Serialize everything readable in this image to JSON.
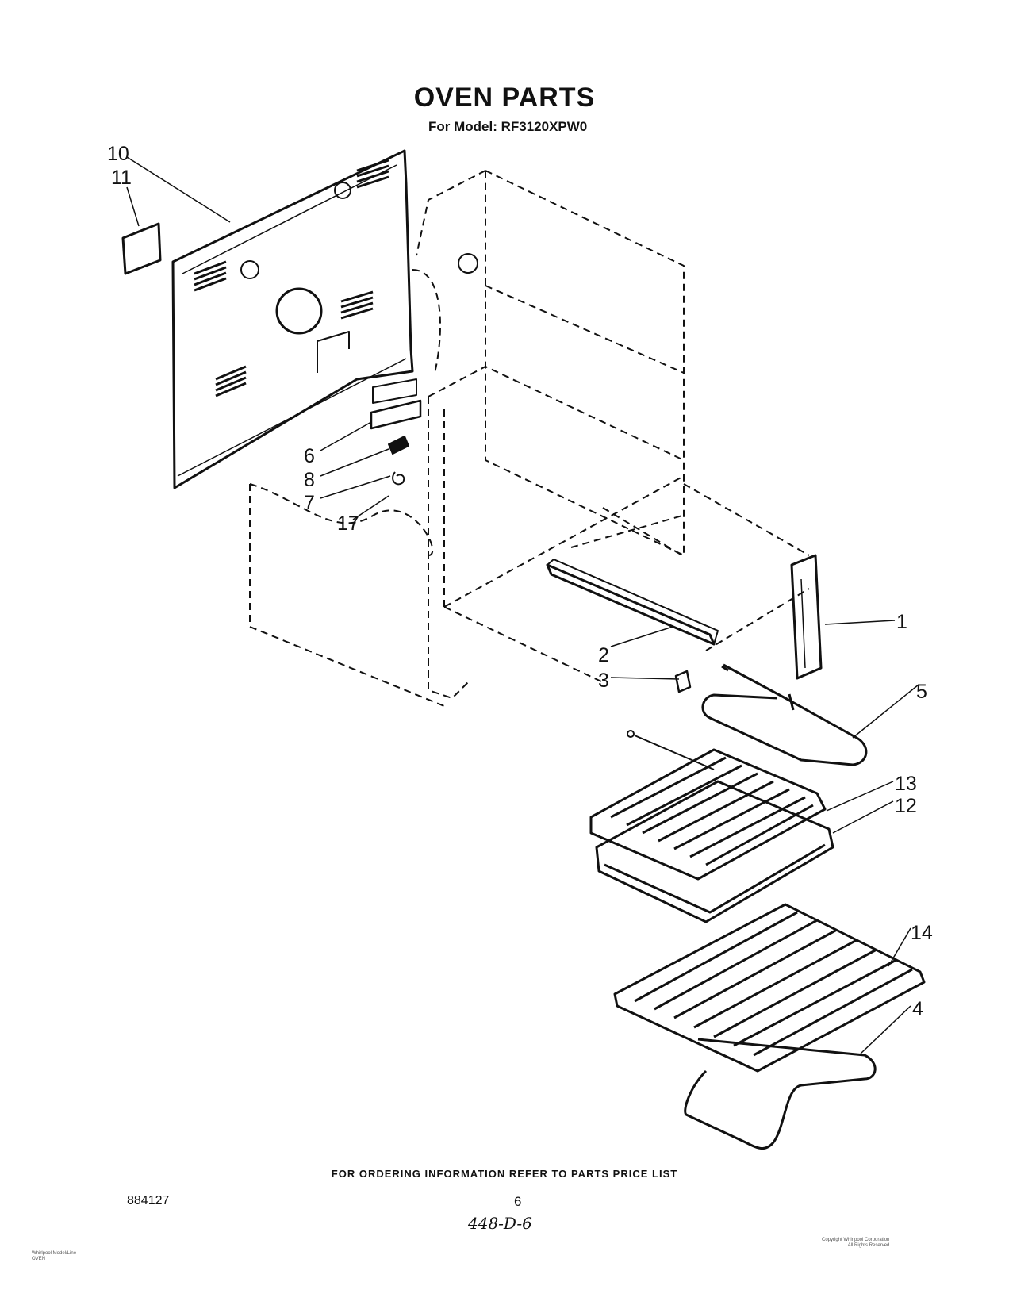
{
  "header": {
    "title": "OVEN PARTS",
    "subtitle": "For Model: RF3120XPW0"
  },
  "callouts": {
    "c1": "1",
    "c2": "2",
    "c3": "3",
    "c4": "4",
    "c5": "5",
    "c6": "6",
    "c7": "7",
    "c8": "8",
    "c10": "10",
    "c11": "11",
    "c12": "12",
    "c13": "13",
    "c14": "14",
    "c17": "17"
  },
  "footer": {
    "ordering_note": "FOR ORDERING INFORMATION REFER TO PARTS PRICE LIST",
    "doc_number": "884127",
    "page_number": "6",
    "handwritten_code": "448-D-6"
  },
  "fine_print": {
    "left": "Whirlpool Model/Line\nOVEN",
    "right": "Copyright Whirlpool Corporation\nAll Rights Reserved"
  }
}
